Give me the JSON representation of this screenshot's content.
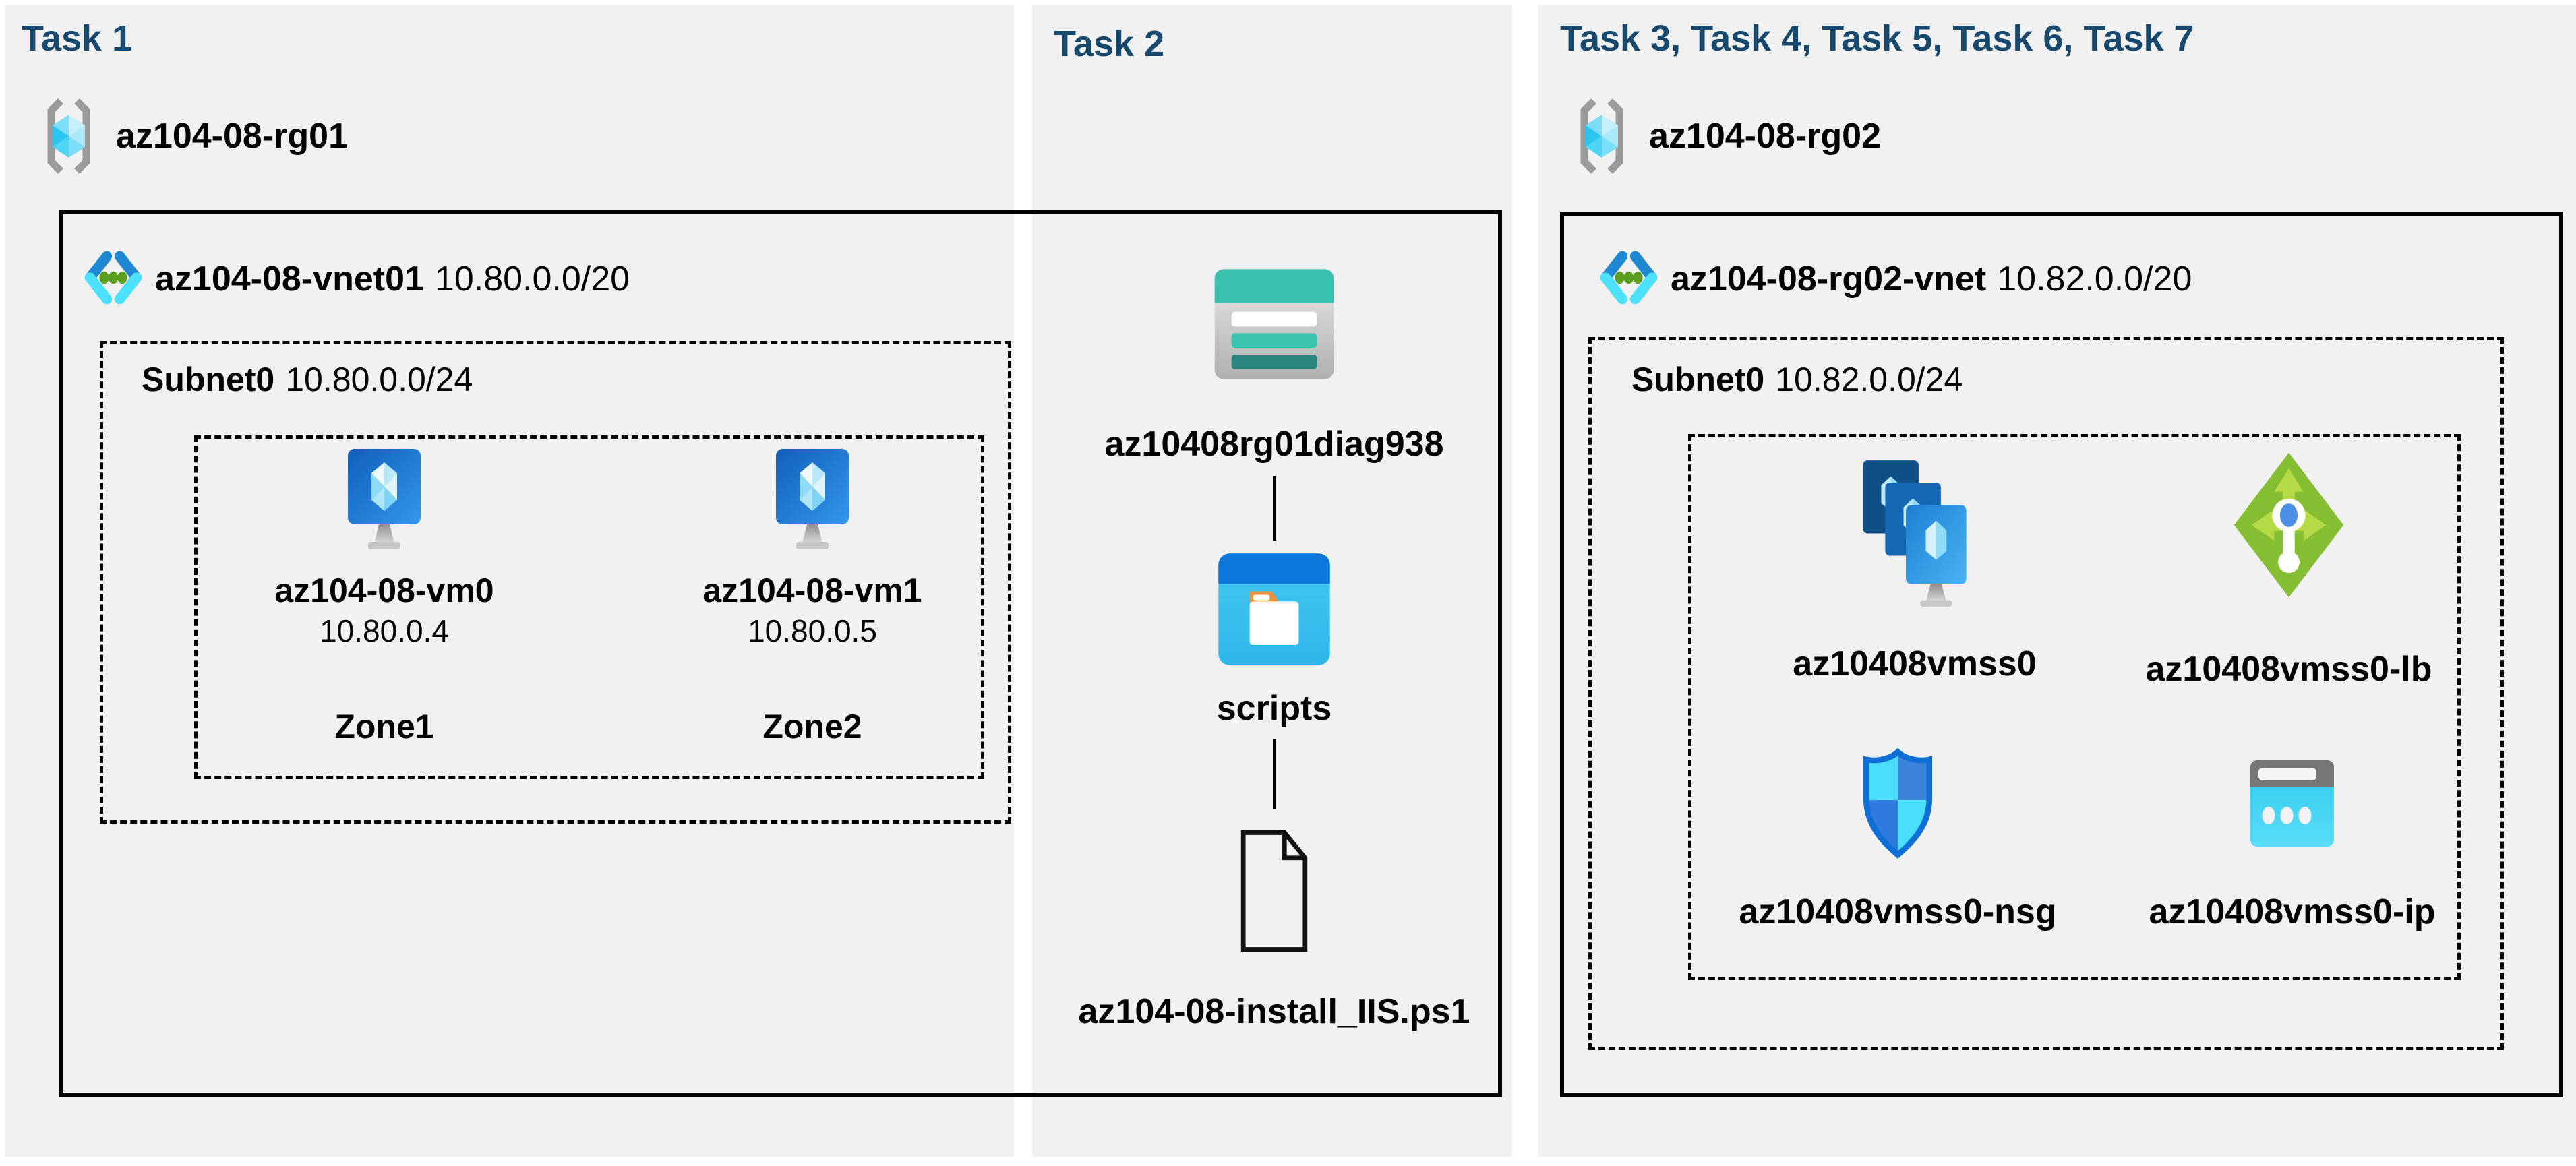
{
  "colors": {
    "page_bg": "#ffffff",
    "panel_bg": "#f1f1f1",
    "header_text": "#17486d",
    "boundary": "#000000",
    "vnet_blue": "#1e88d2",
    "vnet_cyan": "#4de1fe",
    "vnet_green": "#5a9e1f",
    "storage_teal": "#38c1ac",
    "scripts_blue": "#0c77d8",
    "lb_green": "#86be33",
    "nsg_blue": "#0f6fd6",
    "ip_cyan": "#35cdf0"
  },
  "panels": {
    "task1": {
      "header": "Task 1",
      "resource_group": "az104-08-rg01",
      "vnet_name": "az104-08-vnet01",
      "vnet_cidr": "10.80.0.0/20",
      "subnet_name": "Subnet0",
      "subnet_cidr": "10.80.0.0/24",
      "vms": [
        {
          "name": "az104-08-vm0",
          "ip": "10.80.0.4",
          "zone": "Zone1",
          "icon": "virtual-machine-icon"
        },
        {
          "name": "az104-08-vm1",
          "ip": "10.80.0.5",
          "zone": "Zone2",
          "icon": "virtual-machine-icon"
        }
      ]
    },
    "task2": {
      "header": "Task 2",
      "storage_account": "az10408rg01diag938",
      "container": "scripts",
      "script_file": "az104-08-install_IIS.ps1"
    },
    "task3": {
      "header": "Task 3, Task 4, Task 5, Task 6, Task 7",
      "resource_group": "az104-08-rg02",
      "vnet_name": "az104-08-rg02-vnet",
      "vnet_cidr": "10.82.0.0/20",
      "subnet_name": "Subnet0",
      "subnet_cidr": "10.82.0.0/24",
      "resources": [
        {
          "name": "az10408vmss0",
          "icon": "vm-scale-set-icon"
        },
        {
          "name": "az10408vmss0-lb",
          "icon": "load-balancer-icon"
        },
        {
          "name": "az10408vmss0-nsg",
          "icon": "network-security-group-icon"
        },
        {
          "name": "az10408vmss0-ip",
          "icon": "public-ip-icon"
        }
      ]
    }
  }
}
